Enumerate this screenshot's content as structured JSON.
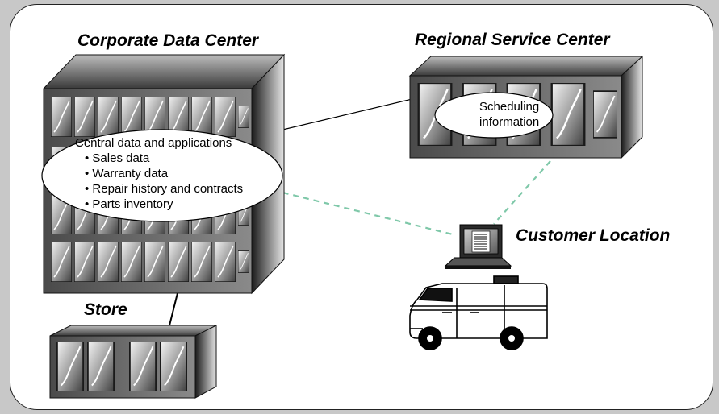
{
  "titles": {
    "corporate": "Corporate Data Center",
    "regional": "Regional Service Center",
    "customer": "Customer Location",
    "store": "Store"
  },
  "central_bubble": {
    "heading": "Central data and applications",
    "items": [
      "Sales data",
      "Warranty data",
      "Repair history and contracts",
      "Parts inventory"
    ]
  },
  "scheduling_bubble": {
    "line1": "Scheduling",
    "line2": "information"
  },
  "colors": {
    "background": "#c8c8c8",
    "panel": "#ffffff",
    "link_solid": "#000000",
    "link_dashed": "#7fc8a9"
  }
}
